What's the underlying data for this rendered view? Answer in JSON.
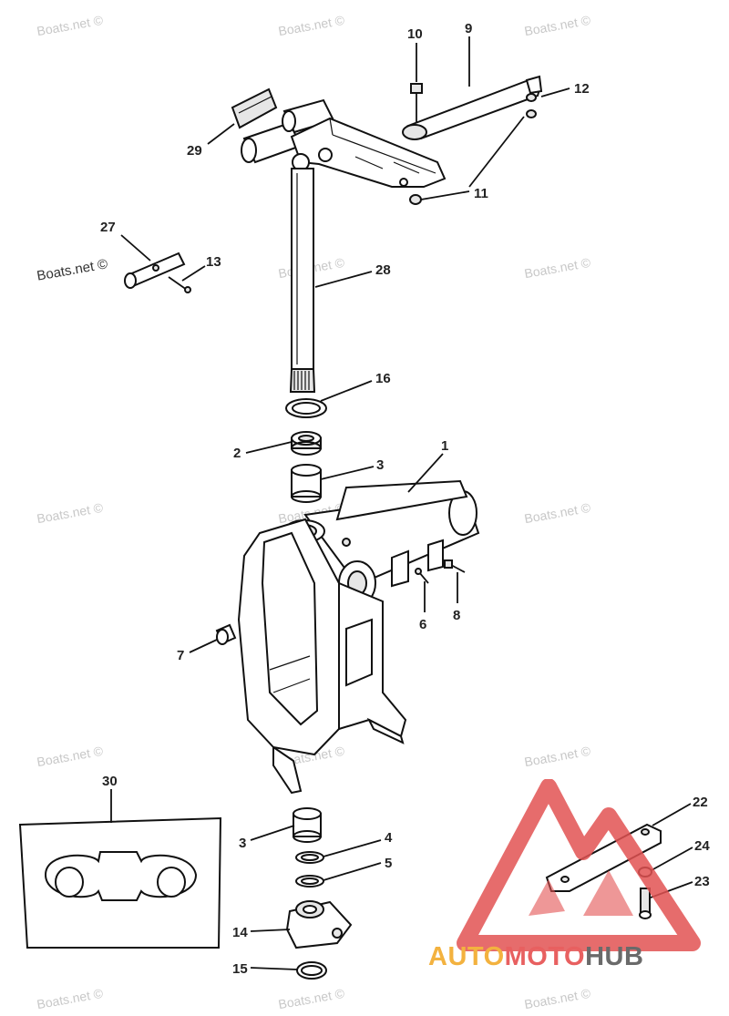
{
  "watermark": "Boats.net ©",
  "callouts": {
    "c1": "1",
    "c2": "2",
    "c3a": "3",
    "c3b": "3",
    "c4": "4",
    "c5": "5",
    "c6": "6",
    "c7": "7",
    "c8": "8",
    "c9": "9",
    "c10": "10",
    "c11": "11",
    "c12": "12",
    "c13": "13",
    "c14": "14",
    "c15": "15",
    "c16": "16",
    "c22": "22",
    "c23": "23",
    "c24": "24",
    "c27": "27",
    "c28": "28",
    "c29": "29",
    "c30": "30"
  },
  "logo": {
    "part1": "AUTO",
    "part2": "MOTO",
    "part3": "HUB"
  },
  "colors": {
    "logo_red": "#e25252",
    "logo_orange": "#f3b23f",
    "logo_gray": "#6a6a6a",
    "line": "#111111",
    "watermark": "#c8c8c8"
  }
}
